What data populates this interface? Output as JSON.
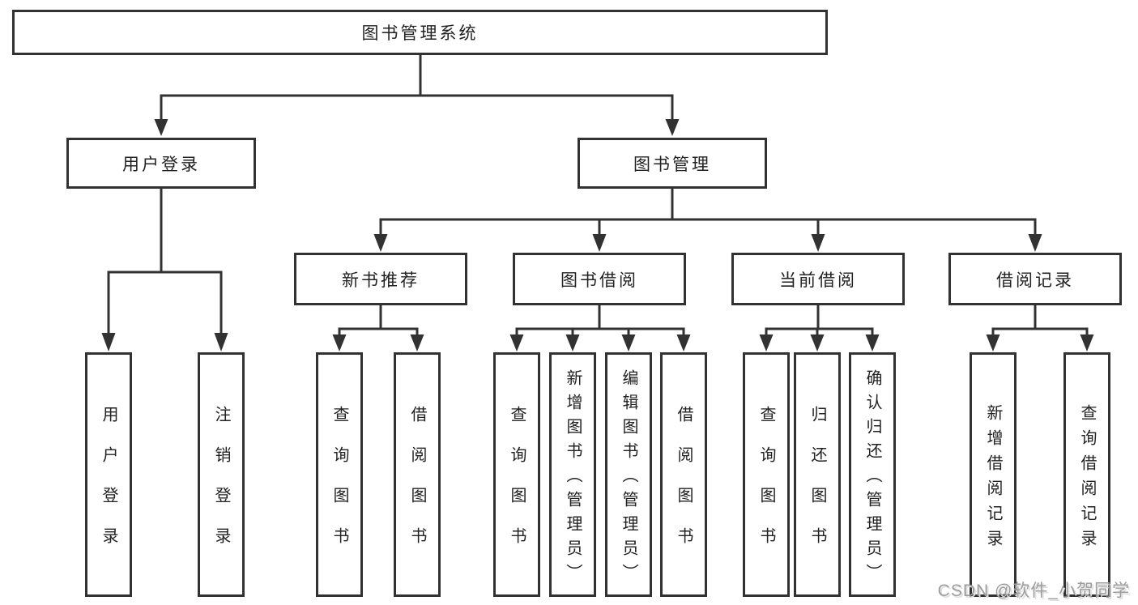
{
  "diagram": {
    "title": "图书管理系统",
    "nodes": {
      "root": "图书管理系统",
      "user_login": "用户登录",
      "book_management": "图书管理",
      "new_book_recommend": "新书推荐",
      "book_borrow": "图书借阅",
      "current_borrow": "当前借阅",
      "borrow_record": "借阅记录"
    },
    "leaves": {
      "user_login": [
        "用户登录",
        "注销登录"
      ],
      "new_book": [
        "查询图书",
        "借阅图书"
      ],
      "book_borrow": [
        "查询图书",
        "新增图书（管理员）",
        "编辑图书（管理员）",
        "借阅图书"
      ],
      "current_borrow": [
        "查询图书",
        "归还图书",
        "确认归还（管理员）"
      ],
      "borrow_record": [
        "新增借阅记录",
        "查询借阅记录"
      ]
    }
  },
  "watermark": {
    "text": "CSDN @软件_小贺同学"
  },
  "colors": {
    "line": "#323232",
    "box_border": "#323232",
    "text": "#222222",
    "background": "#ffffff",
    "watermark": "#9c9c9c"
  }
}
